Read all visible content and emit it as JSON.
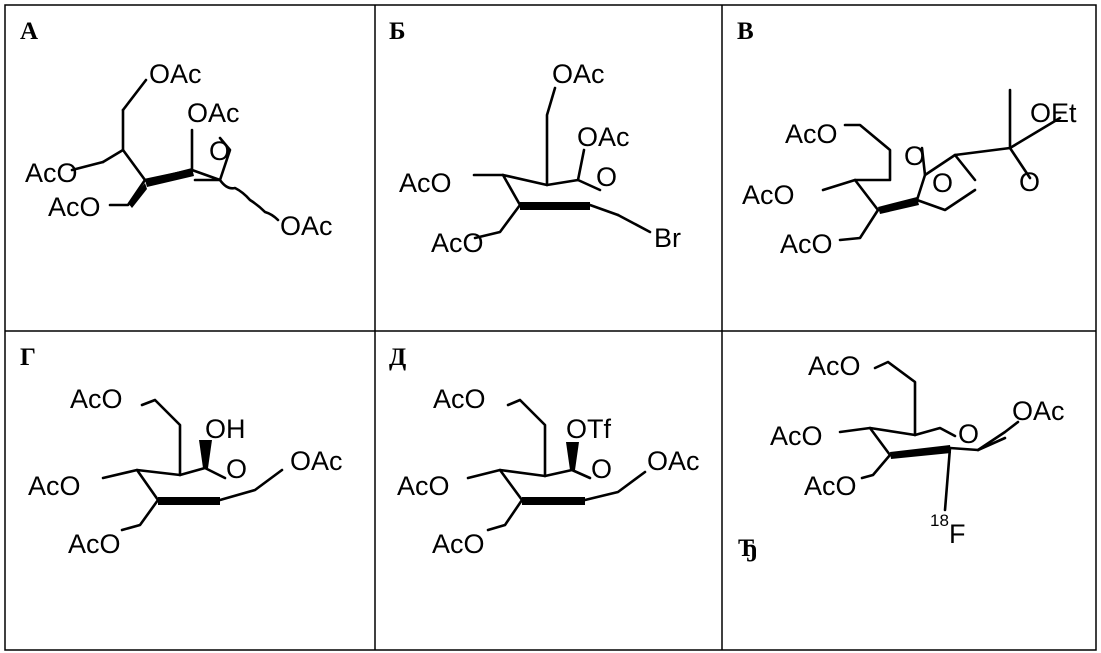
{
  "cells": [
    {
      "label": "A",
      "atoms": [
        "OAc",
        "OAc",
        "O",
        "AcO",
        "AcO",
        "OAc"
      ]
    },
    {
      "label": "Б",
      "atoms": [
        "OAc",
        "OAc",
        "O",
        "AcO",
        "AcO",
        "Br"
      ]
    },
    {
      "label": "В",
      "atoms": [
        "OEt",
        "AcO",
        "O",
        "O",
        "O",
        "AcO",
        "AcO"
      ]
    },
    {
      "label": "Г",
      "atoms": [
        "AcO",
        "OH",
        "O",
        "OAc",
        "AcO",
        "AcO"
      ]
    },
    {
      "label": "Д",
      "atoms": [
        "AcO",
        "OTf",
        "O",
        "OAc",
        "AcO",
        "AcO"
      ]
    },
    {
      "label": "Ђ",
      "atoms": [
        "AcO",
        "O",
        "OAc",
        "AcO",
        "AcO",
        "18",
        "F"
      ]
    }
  ]
}
